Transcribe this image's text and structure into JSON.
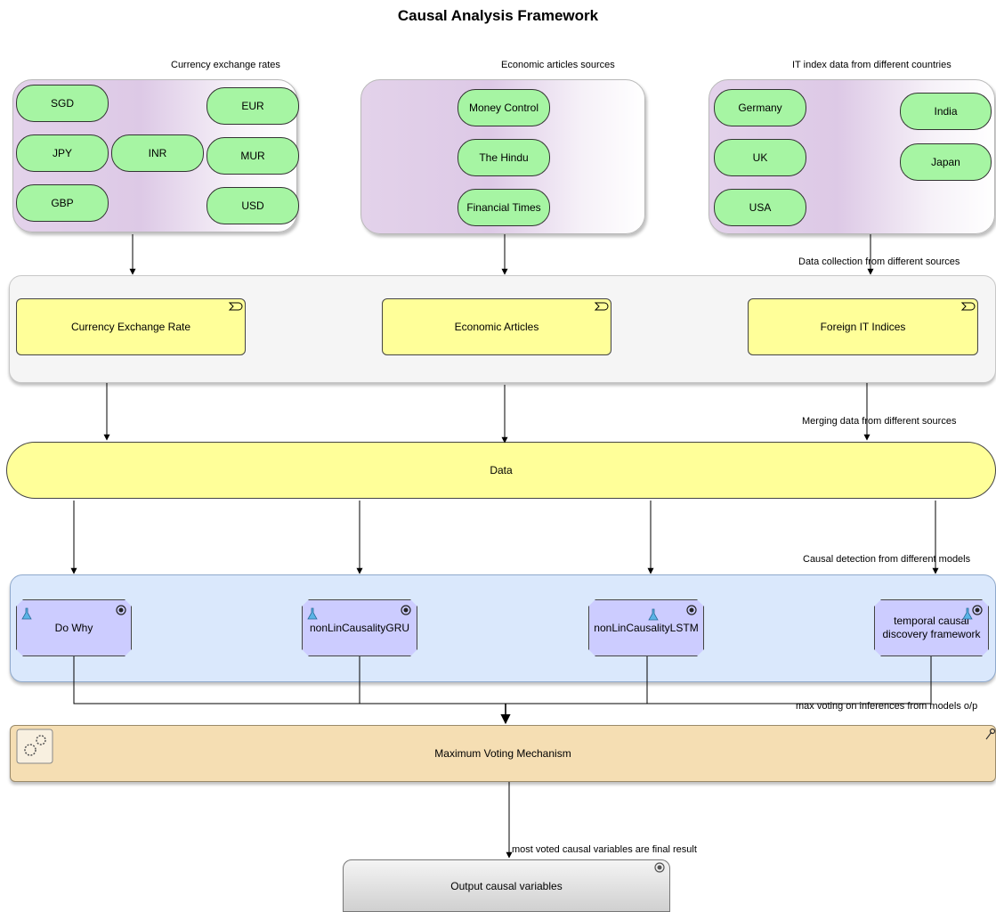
{
  "title": "Causal Analysis Framework",
  "captions": {
    "currency_rates": "Currency exchange rates",
    "articles_sources": "Economic articles sources",
    "it_index": "IT index data from different countries",
    "collection": "Data collection from different sources",
    "merging": "Merging data from different sources",
    "causal_detection": "Causal detection from different models",
    "max_voting": "max voting on inferences from models o/p",
    "final_result": "most voted causal variables are final result"
  },
  "currencies": [
    "SGD",
    "JPY",
    "GBP",
    "INR",
    "EUR",
    "MUR",
    "USD"
  ],
  "articles": [
    "Money Control",
    "The Hindu",
    "Financial Times"
  ],
  "countries": [
    "Germany",
    "UK",
    "USA",
    "India",
    "Japan"
  ],
  "collection_boxes": [
    "Currency Exchange Rate",
    "Economic Articles",
    "Foreign IT Indices"
  ],
  "data_label": "Data",
  "models": [
    "Do Why",
    "nonLinCausalityGRU",
    "nonLinCausalityLSTM",
    "temporal causal discovery framework"
  ],
  "voting_label": "Maximum Voting Mechanism",
  "output_label": "Output causal variables",
  "colors": {
    "pill_green": "#a6f5a3",
    "source_group": "#ddc9e6",
    "collection_band": "#f5f5f5",
    "yellow": "#ffff99",
    "model_band": "#dae8fc",
    "model_box": "#ccccff",
    "voting_band": "#f5deb3",
    "output_gray": "#d6d6d6"
  }
}
